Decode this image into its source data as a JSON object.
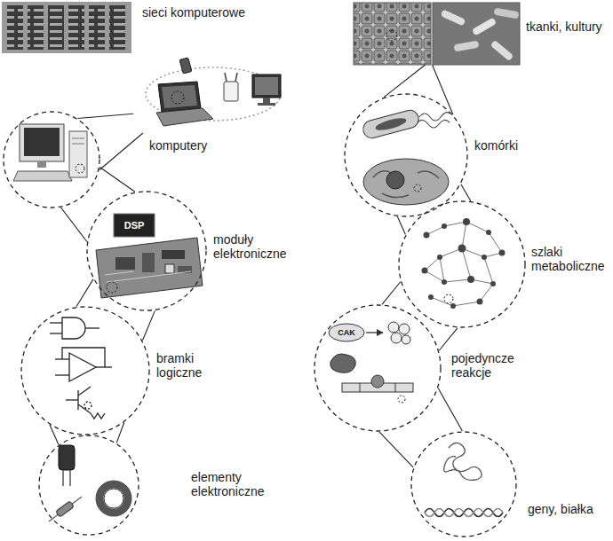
{
  "diagram": {
    "nodes": [
      {
        "text": [
          "sieci komputerowe"
        ]
      },
      {
        "text": [
          "komputery"
        ]
      },
      {
        "text": [
          "moduły elektroniczne"
        ]
      },
      {
        "text": [
          "bramki logiczne"
        ]
      },
      {
        "text": [
          "elementy elektroniczne"
        ]
      },
      {
        "text": [
          "tkanki, kultury"
        ]
      },
      {
        "text": [
          "komórki"
        ]
      },
      {
        "text": [
          "szlaki metaboliczne"
        ]
      },
      {
        "text": [
          "pojedyncze reakcje"
        ]
      },
      {
        "text": [
          "geny, białka"
        ]
      }
    ],
    "edges": [
      {
        "from": 0,
        "to": 1,
        "arrow": "none"
      },
      {
        "from": 1,
        "to": 2,
        "arrow": "none"
      },
      {
        "from": 2,
        "to": 3,
        "arrow": "none"
      },
      {
        "from": 3,
        "to": 4,
        "arrow": "none"
      },
      {
        "from": 5,
        "to": 6,
        "arrow": "none"
      },
      {
        "from": 6,
        "to": 7,
        "arrow": "none"
      },
      {
        "from": 7,
        "to": 8,
        "arrow": "none"
      },
      {
        "from": 8,
        "to": 9,
        "arrow": "none"
      }
    ],
    "labels": [
      "DSP",
      "CAK"
    ]
  }
}
